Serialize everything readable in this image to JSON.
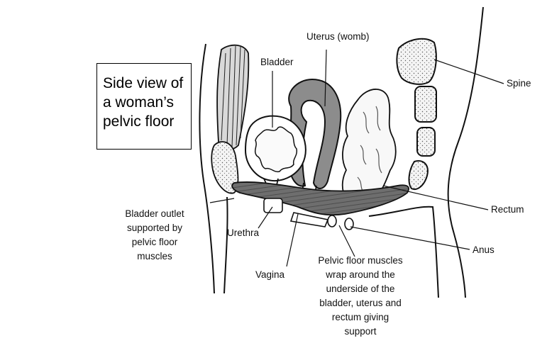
{
  "caption": "Side view of a woman’s pelvic floor",
  "labels": {
    "uterus": "Uterus (womb)",
    "bladder": "Bladder",
    "spine": "Spine",
    "rectum": "Rectum",
    "anus": "Anus",
    "urethra": "Urethra",
    "vagina": "Vagina",
    "bladder_outlet": [
      "Bladder outlet",
      "supported by",
      "pelvic floor",
      "muscles"
    ],
    "pelvic_floor": [
      "Pelvic floor muscles",
      "wrap around the",
      "underside of the",
      "bladder, uterus and",
      "rectum giving",
      "support"
    ]
  },
  "colors": {
    "outline": "#111111",
    "muscle": "#6f6f6f",
    "uterus": "#8c8c8c",
    "bone": "#f7f7f7"
  }
}
